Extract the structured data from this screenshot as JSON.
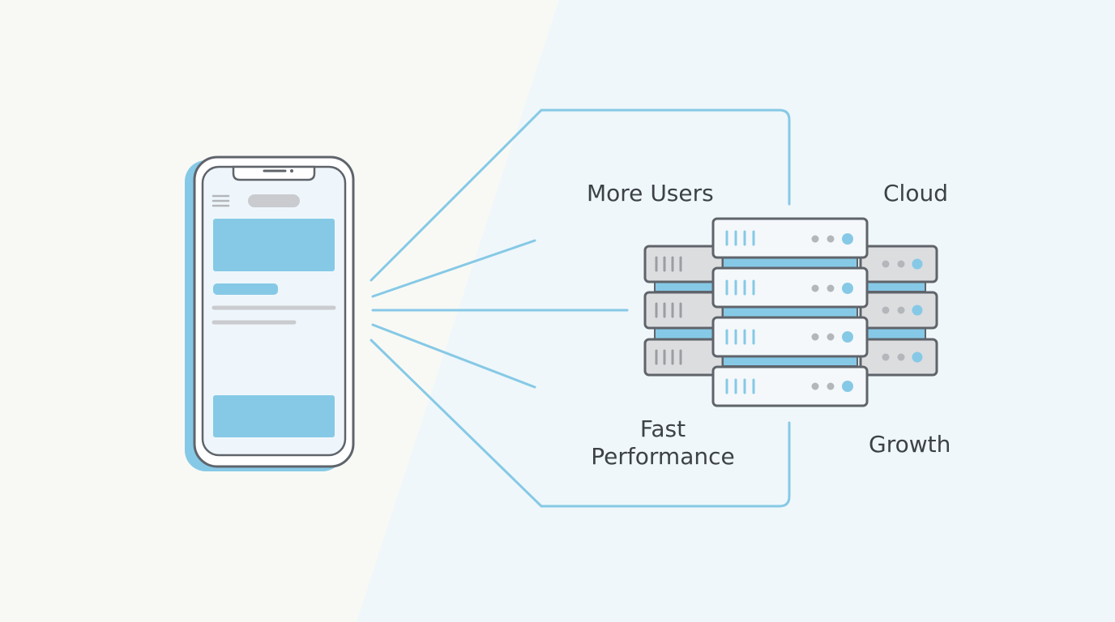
{
  "labels": {
    "more_users": "More Users",
    "cloud": "Cloud",
    "fast_performance_line1": "Fast",
    "fast_performance_line2": "Performance",
    "growth": "Growth"
  },
  "colors": {
    "accent": "#86c9e6",
    "accent_dark": "#6fb9dc",
    "outline": "#5f646b",
    "server_light": "#f4f8fb",
    "server_grey": "#dcdddf",
    "dot_grey": "#b3b6ba",
    "phone_screen": "#eef6fb"
  }
}
